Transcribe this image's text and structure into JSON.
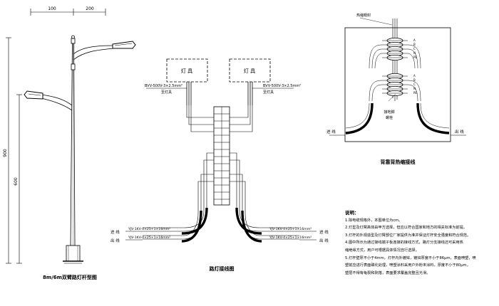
{
  "pole": {
    "dim_top_left": "100",
    "dim_top_right": "200",
    "dim_height_total": "900",
    "dim_height_lower": "600",
    "caption": "8m/6m双臂路灯杆型图"
  },
  "wiring": {
    "lamp_left": "灯 具",
    "lamp_right": "灯 具",
    "cable_left": "BVV-500V-3×2.5mm²",
    "cable_left_sub": "至灯具",
    "cable_right": "BVV-500V-3×2.5mm²",
    "cable_right_sub": "至灯具",
    "in_left": "进 线",
    "out_left": "出 线",
    "in_right": "进 线",
    "out_right": "出 线",
    "feed_label": "YJV-1KV-4×25+1×16mm²",
    "caption": "路灯接线图"
  },
  "terminal": {
    "lead_label": "热缩帽封",
    "mid_label": "接地脚",
    "mid_label2": "螺栓",
    "in_label": "进 线",
    "out_label": "出 线",
    "caption": "背靠背热缩接线",
    "phases": [
      "A",
      "B",
      "C",
      "N",
      "PE"
    ]
  },
  "notes": {
    "heading": "说明：",
    "lines": [
      "1.除电缆规格外，本图单位为cm。",
      "2.灯型及灯臂高体由甲方选择，但应以符合国家和地方的相关标准为前提。",
      "3.灯杆的外观造型及灯臂部位厂家提供为准并保证灯杆安全强度和符合规范。",
      "4.图中所示为通过接线端子板连接的接线方式，路灯分支接线还可采用热",
      "  缩绝缘方式，用户可根据具体情况自行选择。",
      "5.灯杆壁厚不小于4mm，灯杆内外镀锌，镀锌厚度不小于86μm，表面喷塑，喷",
      "  塑前应进行表面磷化处理，喷塑涂料采用户外粉末涂料，厚度不小于80μm，",
      "  塑层不得有龟裂和剥落，表面要求覆盖完整且光滑。"
    ]
  }
}
